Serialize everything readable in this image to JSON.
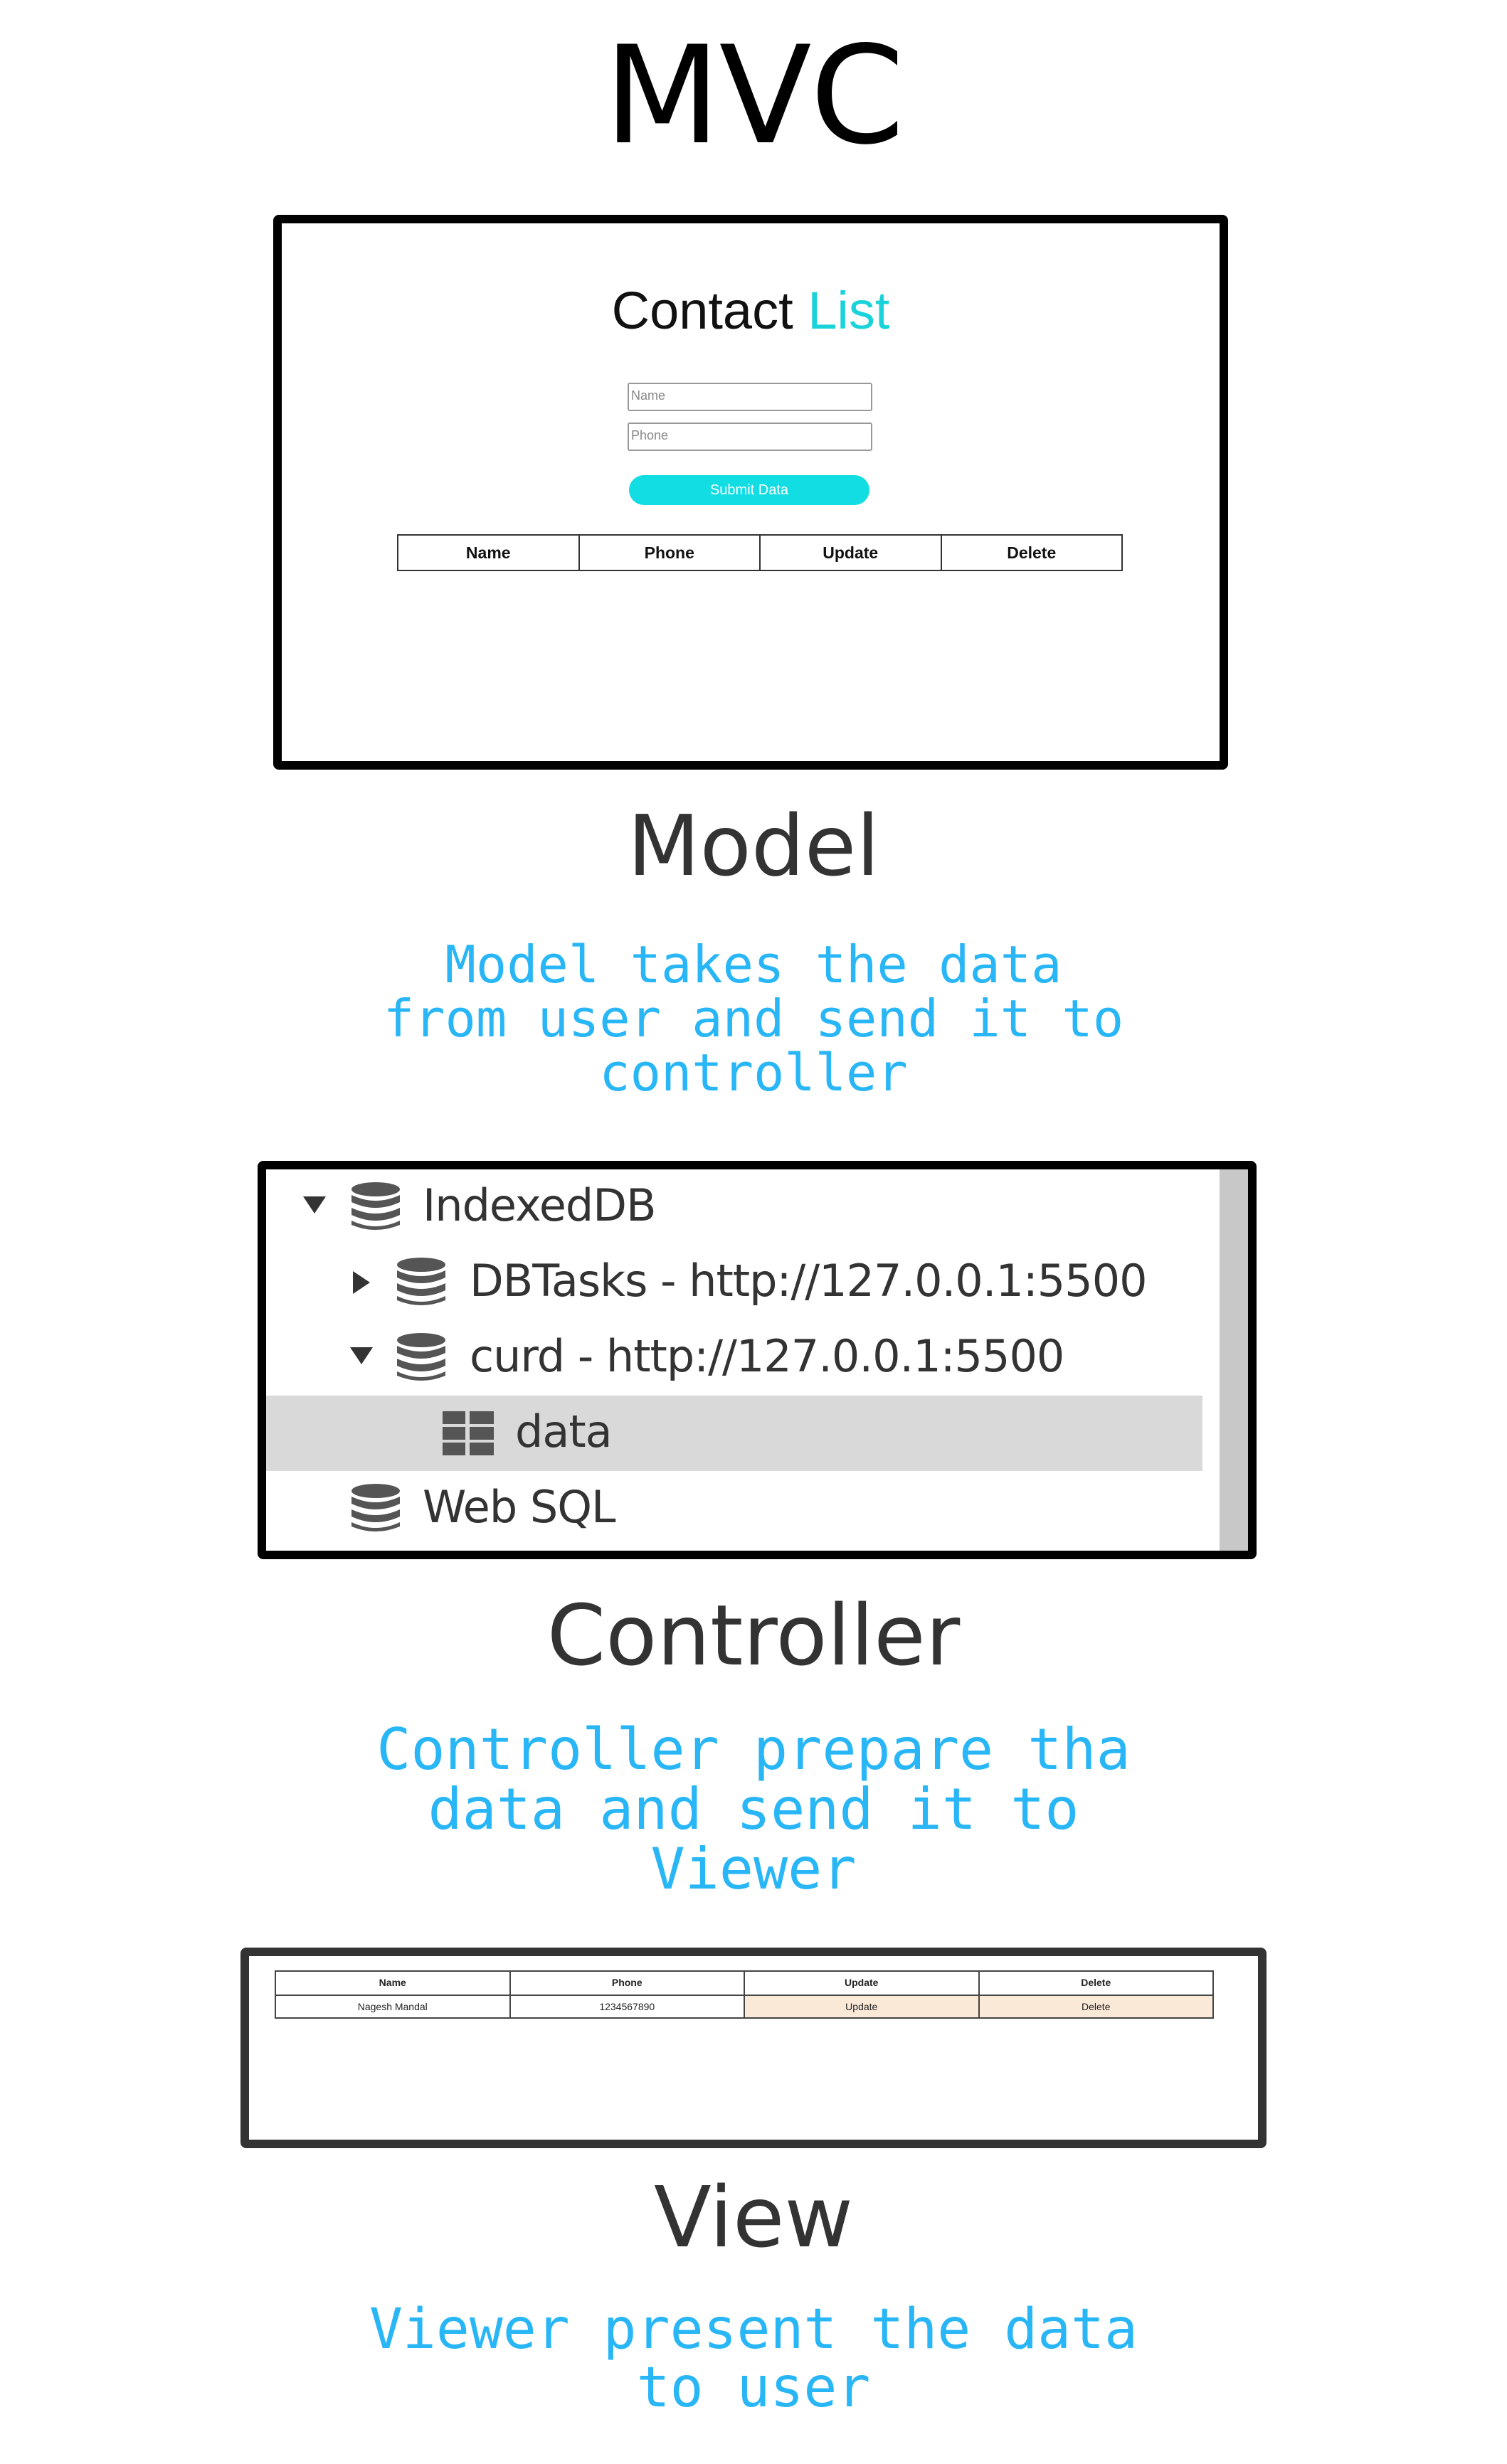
{
  "title": "MVC",
  "model": {
    "heading": "Model",
    "description": [
      "Model takes the data",
      "from user and send it to",
      "controller"
    ],
    "screenshot": {
      "title_main": "Contact",
      "title_accent": "List",
      "accent_color": "#1ad3da",
      "name_placeholder": "Name",
      "phone_placeholder": "Phone",
      "submit_label": "Submit Data",
      "table_headers": [
        "Name",
        "Phone",
        "Update",
        "Delete"
      ]
    }
  },
  "controller": {
    "heading": "Controller",
    "description": [
      "Controller prepare tha",
      "data and send it to",
      "Viewer"
    ],
    "screenshot": {
      "items": [
        {
          "label": "IndexedDB",
          "icon": "database-icon",
          "expanded": true
        },
        {
          "label": "DBTasks - http://127.0.0.1:5500",
          "icon": "database-icon",
          "expanded": false
        },
        {
          "label": "curd - http://127.0.0.1:5500",
          "icon": "database-icon",
          "expanded": true
        },
        {
          "label": "data",
          "icon": "table-icon",
          "selected": true
        },
        {
          "label": "Web SQL",
          "icon": "database-icon"
        }
      ]
    }
  },
  "view": {
    "heading": "View",
    "description": [
      "Viewer present the data",
      "to user"
    ],
    "screenshot": {
      "headers": [
        "Name",
        "Phone",
        "Update",
        "Delete"
      ],
      "rows": [
        [
          "Nagesh Mandal",
          "1234567890",
          "Update",
          "Delete"
        ]
      ]
    }
  },
  "colors": {
    "description_text": "#29b6f6",
    "heading_text": "#333333",
    "action_cell_bg": "#fbe9d8"
  }
}
